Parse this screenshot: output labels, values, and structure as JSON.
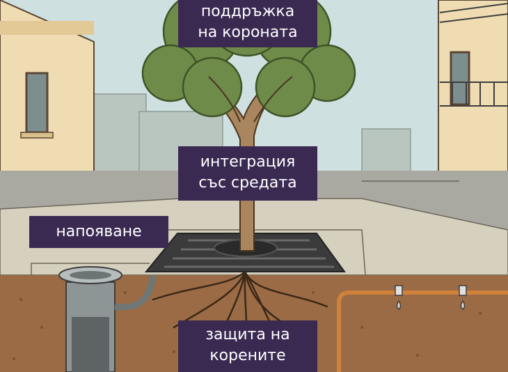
{
  "labels": {
    "crown": {
      "line1": "поддръжка",
      "line2": "на короната"
    },
    "environment": {
      "line1": "интеграция",
      "line2": "със средата"
    },
    "irrigation": {
      "line1": "напояване"
    },
    "roots": {
      "line1": "защита на",
      "line2": "корените"
    }
  },
  "colors": {
    "sky": "#cfe0e0",
    "building": "#efdcb2",
    "foliage": "#6f8b4a",
    "trunk": "#a9865d",
    "soil": "#9a6b45",
    "label_bg": "#3a2a52",
    "pipe": "#d0823a"
  }
}
